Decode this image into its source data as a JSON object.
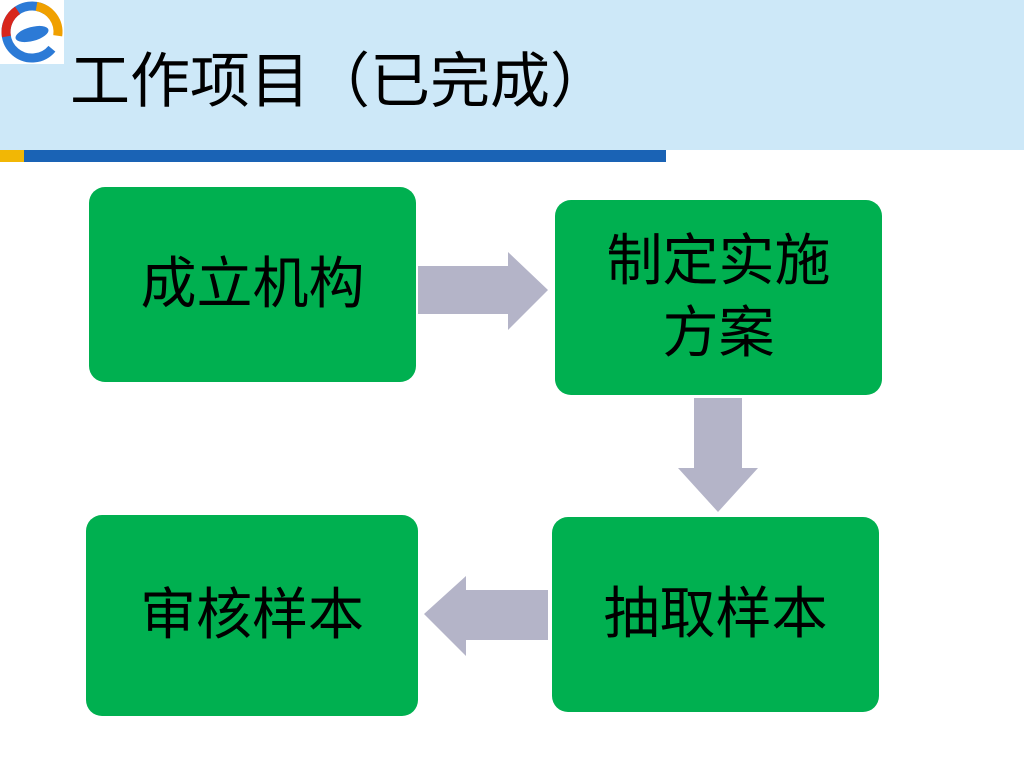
{
  "slide": {
    "title": "工作项目（已完成）"
  },
  "colors": {
    "header_band": "#cde8f8",
    "accent_blue": "#1a63b5",
    "accent_yellow": "#f2b705",
    "step_fill": "#00b050",
    "arrow_fill": "#b4b4c8"
  },
  "flow": {
    "steps": [
      {
        "label": "成立机构"
      },
      {
        "label": "制定实施方案"
      },
      {
        "label": "抽取样本"
      },
      {
        "label": "审核样本"
      }
    ],
    "connections": [
      {
        "from": 0,
        "to": 1,
        "direction": "right"
      },
      {
        "from": 1,
        "to": 2,
        "direction": "down"
      },
      {
        "from": 2,
        "to": 3,
        "direction": "left"
      }
    ]
  },
  "logo": {
    "icon": "logo-icon"
  }
}
